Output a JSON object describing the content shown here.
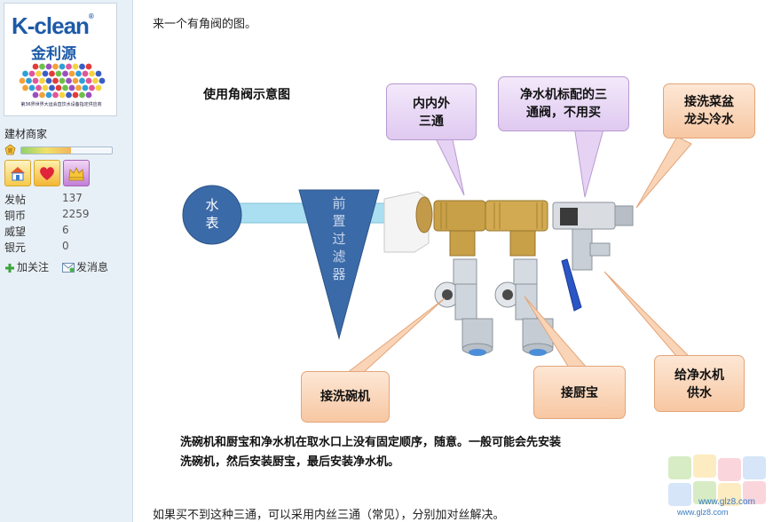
{
  "profile": {
    "logo_text": "K-clean",
    "logo_cn": "金利源",
    "logo_sub": "第36界世界大运会直饮水设备指定供应商",
    "username": "建材商家",
    "level_badge": "官",
    "level_progress": 0.55,
    "stats": [
      {
        "label": "发帖",
        "value": "137"
      },
      {
        "label": "铜币",
        "value": "2259"
      },
      {
        "label": "威望",
        "value": "6"
      },
      {
        "label": "银元",
        "value": "0"
      }
    ],
    "actions": {
      "follow": "加关注",
      "message": "发消息"
    }
  },
  "post": {
    "intro": "来一个有角阀的图。",
    "bottom": "如果买不到这种三通，可以采用内丝三通（常见），分别加对丝解决。"
  },
  "figure": {
    "title": "使用角阀示意图",
    "meter": [
      "水",
      "表"
    ],
    "filter": [
      "前",
      "置",
      "过",
      "滤",
      "器"
    ],
    "callouts": {
      "tee_inner": [
        "内内外",
        "三通"
      ],
      "purifier_valve": [
        "净水机标配的三",
        "通阀，不用买"
      ],
      "sink_faucet": [
        "接洗菜盆",
        "龙头冷水"
      ],
      "dishwasher": "接洗碗机",
      "kitchen_heater": "接厨宝",
      "purifier_supply": [
        "给净水机",
        "供水"
      ]
    },
    "caption_lines": [
      "洗碗机和厨宝和净水机在取水口上没有固定顺序，随意。一般可能会先安装",
      "洗碗机，然后安装厨宝，最后安装净水机。"
    ]
  },
  "watermark": {
    "site": "www.glz8.com"
  },
  "colors": {
    "sidebar_bg": "#e8f0f7",
    "meter_blue": "#3b6aa8",
    "pipe_blue": "#a9dff0",
    "brass": "#c8a048",
    "valve_blue": "#2a56c6"
  }
}
